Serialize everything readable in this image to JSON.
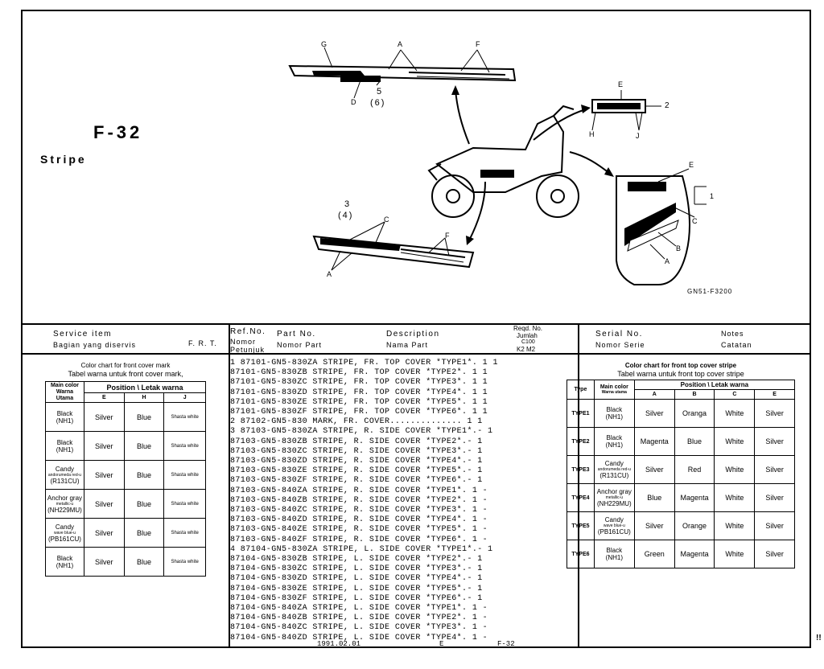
{
  "page": {
    "code": "F-32",
    "title": "Stripe",
    "diagram_code": "GN51-F3200",
    "corner_mark": "!!"
  },
  "diagram": {
    "callouts": {
      "g": "G",
      "a_top": "A",
      "f_top": "F",
      "d": "D",
      "ref5": "5",
      "ref6": "(6)",
      "e_top": "E",
      "ref2": "2",
      "h": "H",
      "j": "J",
      "e_cover": "E",
      "ref1": "1",
      "c_cover": "C",
      "b_cover": "B",
      "a_cover": "A",
      "ref3": "3",
      "ref4": "(4)",
      "c_side": "C",
      "f_side": "F",
      "a_side": "A"
    }
  },
  "header": {
    "service_item": "Service   item",
    "service_item_id": "Bagian yang diservis",
    "frt": "F. R. T.",
    "refno": "Ref.No.",
    "refno_id1": "Nomor",
    "refno_id2": "Petunjuk",
    "partno": "Part   No.",
    "partno_id": "Nomor   Part",
    "description": "Description",
    "description_id": "Nama   Part",
    "reqd": "Reqd. No.",
    "reqd_id": "Jumlah",
    "reqd_model": "C100",
    "reqd_cols": "K2  M2",
    "serial": "Serial   No.",
    "serial_id": "Nomor   Serie",
    "notes": "Notes",
    "notes_id": "Catatan"
  },
  "parts": [
    "1 87101-GN5-830ZA STRIPE, FR. TOP COVER *TYPE1*. 1 1",
    "  87101-GN5-830ZB STRIPE, FR. TOP COVER *TYPE2*. 1 1",
    "  87101-GN5-830ZC STRIPE, FR. TOP COVER *TYPE3*. 1 1",
    "  87101-GN5-830ZD STRIPE, FR. TOP COVER *TYPE4*. 1 1",
    "  87101-GN5-830ZE STRIPE, FR. TOP COVER *TYPE5*. 1 1",
    "  87101-GN5-830ZF STRIPE, FR. TOP COVER *TYPE6*. 1 1",
    "2 87102-GN5-830   MARK, FR. COVER.............. 1 1",
    "3 87103-GN5-830ZA STRIPE, R. SIDE COVER *TYPE1*.- 1",
    "  87103-GN5-830ZB STRIPE, R. SIDE COVER *TYPE2*.- 1",
    "  87103-GN5-830ZC STRIPE, R. SIDE COVER *TYPE3*.- 1",
    "  87103-GN5-830ZD STRIPE, R. SIDE COVER *TYPE4*.- 1",
    "  87103-GN5-830ZE STRIPE, R. SIDE COVER *TYPE5*.- 1",
    "  87103-GN5-830ZF STRIPE, R. SIDE COVER *TYPE6*.- 1",
    "  87103-GN5-840ZA STRIPE, R. SIDE COVER *TYPE1*. 1 -",
    "  87103-GN5-840ZB STRIPE, R. SIDE COVER *TYPE2*. 1 -",
    "  87103-GN5-840ZC STRIPE, R. SIDE COVER *TYPE3*. 1 -",
    "  87103-GN5-840ZD STRIPE, R. SIDE COVER *TYPE4*. 1 -",
    "  87103-GN5-840ZE STRIPE, R. SIDE COVER *TYPE5*. 1 -",
    "  87103-GN5-840ZF STRIPE, R. SIDE COVER *TYPE6*. 1 -",
    "4 87104-GN5-830ZA STRIPE, L. SIDE COVER *TYPE1*.- 1",
    "  87104-GN5-830ZB STRIPE, L. SIDE COVER *TYPE2*.- 1",
    "  87104-GN5-830ZC STRIPE, L. SIDE COVER *TYPE3*.- 1",
    "  87104-GN5-830ZD STRIPE, L. SIDE COVER *TYPE4*.- 1",
    "  87104-GN5-830ZE STRIPE, L. SIDE COVER *TYPE5*.- 1",
    "  87104-GN5-830ZF STRIPE, L. SIDE COVER *TYPE6*.- 1",
    "  87104-GN5-840ZA STRIPE, L. SIDE COVER *TYPE1*. 1 -",
    "  87104-GN5-840ZB STRIPE, L. SIDE COVER *TYPE2*. 1 -",
    "  87104-GN5-840ZC STRIPE, L. SIDE COVER *TYPE3*. 1 -",
    "  87104-GN5-840ZD STRIPE, L. SIDE COVER *TYPE4*. 1 -"
  ],
  "footer": {
    "date": "1991.02.01",
    "lang": "E",
    "code": "F-32"
  },
  "left_chart": {
    "title1": "Color chart for front cover mark",
    "title2": "Tabel warna untuk front cover mark,",
    "h_main": "Main color",
    "h_main_id1": "Warna",
    "h_main_id2": "Utama",
    "h_position": "Position \\ Letak warna",
    "cols": [
      "E",
      "H",
      "J"
    ],
    "rows": [
      {
        "color": "Black",
        "code": "(NH1)",
        "extra": "",
        "vals": [
          "Silver",
          "Blue",
          "Shasta white"
        ]
      },
      {
        "color": "Black",
        "code": "(NH1)",
        "extra": "",
        "vals": [
          "Silver",
          "Blue",
          "Shasta white"
        ]
      },
      {
        "color": "Candy",
        "code": "(R131CU)",
        "extra": "andorumeda red-u",
        "vals": [
          "Silver",
          "Blue",
          "Shasta white"
        ]
      },
      {
        "color": "Anchor gray",
        "code": "(NH229MU)",
        "extra": "metallic-u",
        "vals": [
          "Silver",
          "Blue",
          "Shasta white"
        ]
      },
      {
        "color": "Candy",
        "code": "(PB161CU)",
        "extra": "wave blue-u",
        "vals": [
          "Silver",
          "Blue",
          "Shasta white"
        ]
      },
      {
        "color": "Black",
        "code": "(NH1)",
        "extra": "",
        "vals": [
          "Silver",
          "Blue",
          "Shasta white"
        ]
      }
    ]
  },
  "right_chart": {
    "title1": "Color chart for front top cover stripe",
    "title2": "Tabel warna untuk front top cover stripe",
    "h_type": "Type",
    "h_main": "Main color",
    "h_main_id": "Warna utama",
    "h_position": "Position \\ Letak warna",
    "cols": [
      "A",
      "B",
      "C",
      "E"
    ],
    "rows": [
      {
        "type": "TYPE1",
        "color": "Black",
        "code": "(NH1)",
        "extra": "",
        "vals": [
          "Silver",
          "Oranga",
          "White",
          "Silver"
        ]
      },
      {
        "type": "TYPE2",
        "color": "Black",
        "code": "(NH1)",
        "extra": "",
        "vals": [
          "Magenta",
          "Blue",
          "White",
          "Silver"
        ]
      },
      {
        "type": "TYPE3",
        "color": "Candy",
        "code": "(R131CU)",
        "extra": "andorumeda red-u",
        "vals": [
          "Silver",
          "Red",
          "White",
          "Silver"
        ]
      },
      {
        "type": "TYPE4",
        "color": "Anchor gray",
        "code": "(NH229MU)",
        "extra": "metallic-u",
        "vals": [
          "Blue",
          "Magenta",
          "White",
          "Silver"
        ]
      },
      {
        "type": "TYPE5",
        "color": "Candy",
        "code": "(PB161CU)",
        "extra": "wave blue-u",
        "vals": [
          "Silver",
          "Orange",
          "White",
          "Silver"
        ]
      },
      {
        "type": "TYPE6",
        "color": "Black",
        "code": "(NH1)",
        "extra": "",
        "vals": [
          "Green",
          "Magenta",
          "White",
          "Silver"
        ]
      }
    ]
  }
}
